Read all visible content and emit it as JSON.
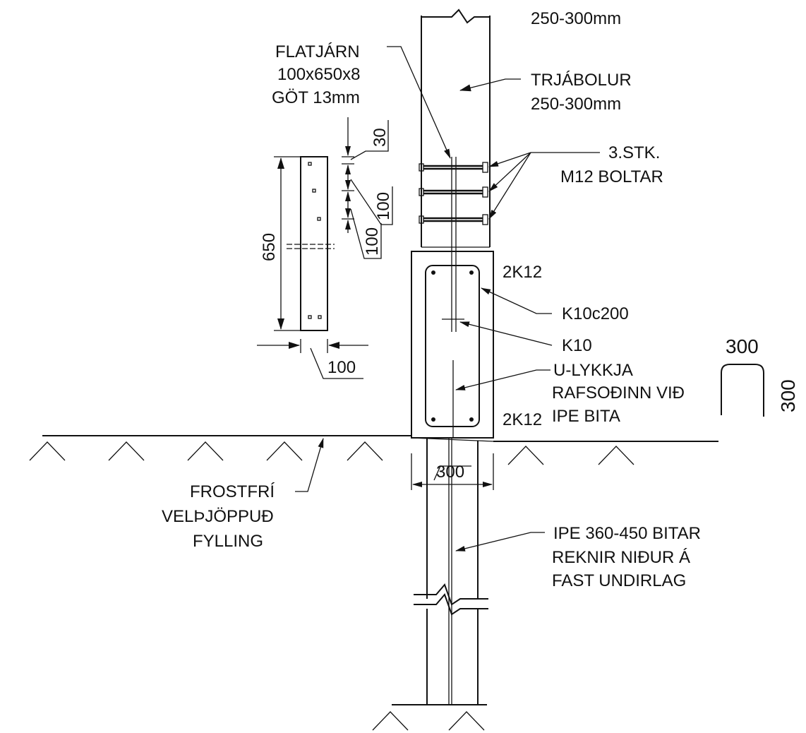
{
  "labels": {
    "top_dimension": "250-300mm",
    "flatjarn": [
      "FLATJÁRN",
      "100x650x8",
      "GÖT 13mm"
    ],
    "trjabolur": [
      "TRJÁBOLUR",
      "250-300mm"
    ],
    "boltar": [
      "3.STK.",
      "M12 BOLTAR"
    ],
    "rebar_top": "2K12",
    "stirrups": "K10c200",
    "k10": "K10",
    "u_lykkja": [
      "U-LYKKJA",
      "RAFSOÐINN VIÐ",
      "IPE BITA"
    ],
    "rebar_bottom": "2K12",
    "frostfri": [
      "FROSTFRÍ",
      "VELÞJÖPPUÐ",
      "FYLLING"
    ],
    "ipe": [
      "IPE 360-450 BITAR",
      "REKNIR NIÐUR Á",
      "FAST UNDIRLAG"
    ]
  },
  "dimensions": {
    "plate_height": "650",
    "plate_width": "100",
    "edge_30": "30",
    "spacing_1": "100",
    "spacing_2": "100",
    "pile_width": "300",
    "u_width": "300",
    "u_height": "300"
  },
  "colors": {
    "line": "#111111",
    "background": "#ffffff"
  }
}
